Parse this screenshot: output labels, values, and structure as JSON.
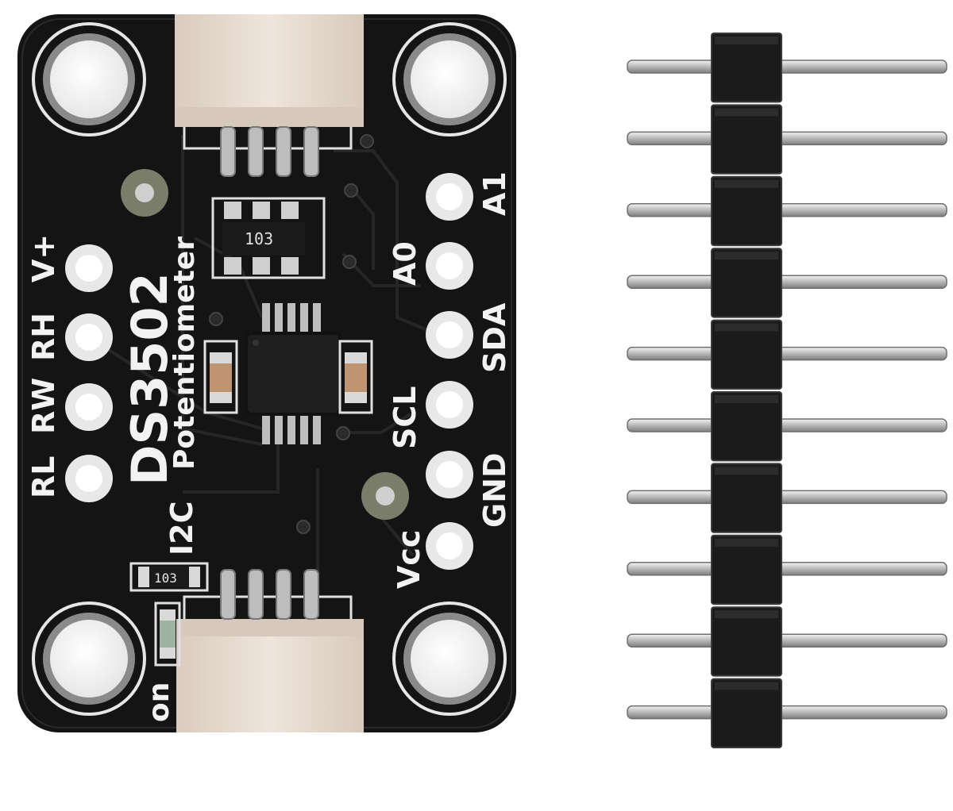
{
  "board": {
    "title": "DS3502",
    "subtitle": "Potentiometer",
    "protocol": "I2C",
    "led_label": "on",
    "resistor_marking": "103",
    "left_pins": [
      "V+",
      "RH",
      "RW",
      "RL"
    ],
    "right_pins": [
      "A1",
      "A0",
      "SDA",
      "SCL",
      "GND",
      "Vcc"
    ]
  },
  "header": {
    "pin_count": 10
  },
  "colors": {
    "pcb": "#141414",
    "silkscreen": "#f2f2f2",
    "connector": "#e9ddd2",
    "pad": "#e8e8e8",
    "header_plastic": "#1b1b1b",
    "pin_metal": "#b9b9b9"
  }
}
